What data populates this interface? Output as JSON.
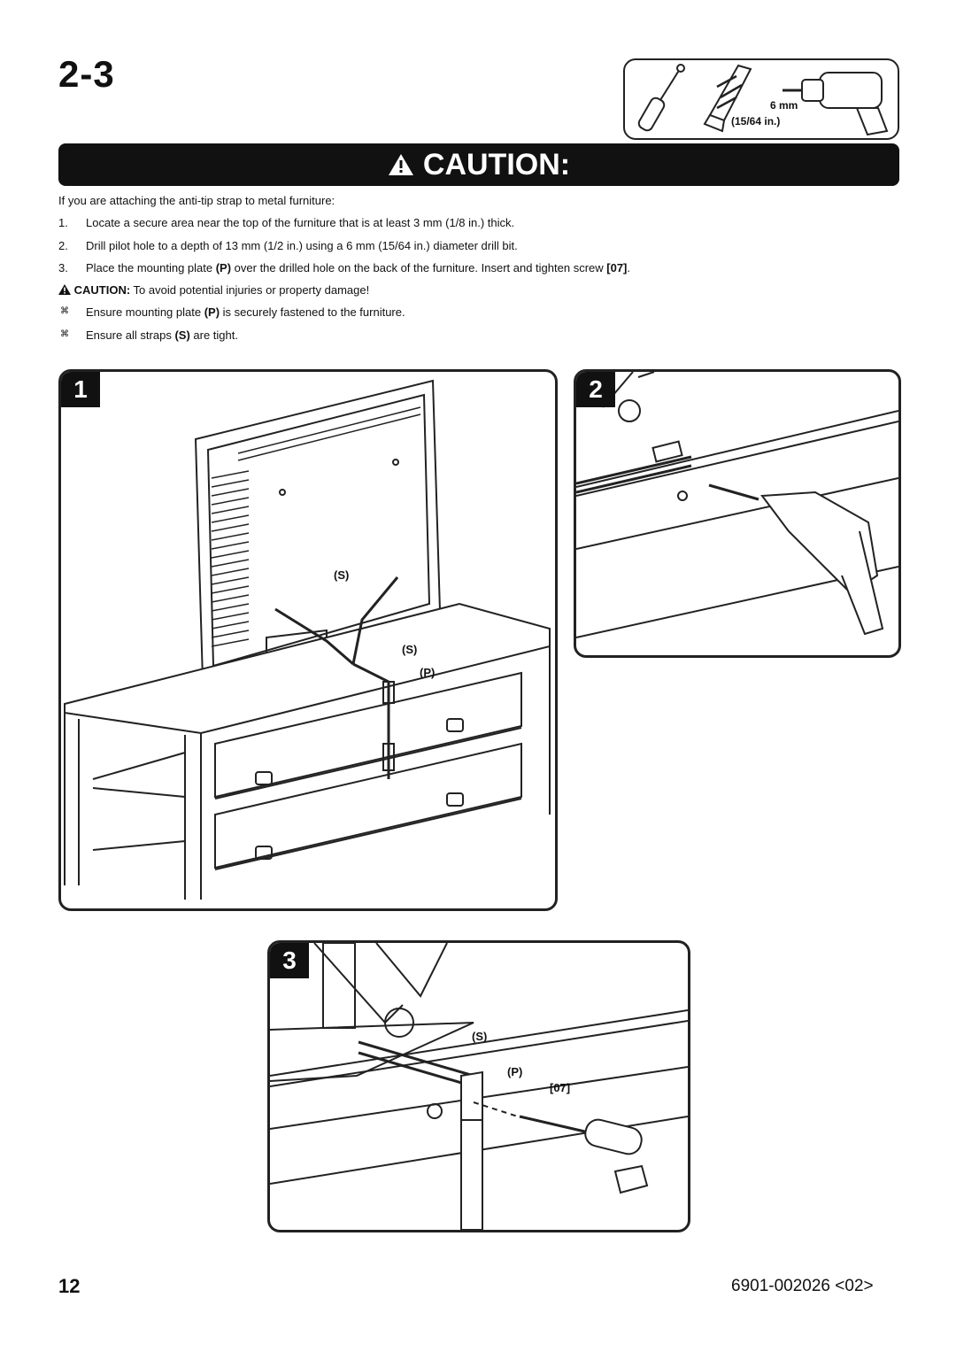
{
  "page": {
    "step_title": "2-3",
    "tools": {
      "drill_bit_size": "6 mm",
      "drill_bit_size_imperial": "(15/64 in.)"
    },
    "caution_heading": "CAUTION:",
    "intro": "If you are attaching the anti-tip strap to metal furniture:",
    "steps": [
      {
        "num": "1.",
        "pre": "Locate a secure area near the top of the furniture that is at least 3 mm (1/8 in.) thick.",
        "b1": "",
        "mid": "",
        "b2": "",
        "post": ""
      },
      {
        "num": "2.",
        "pre": "Drill pilot hole to a depth of 13 mm (1/2 in.) using a 6 mm (15/64 in.) diameter drill bit.",
        "b1": "",
        "mid": "",
        "b2": "",
        "post": ""
      },
      {
        "num": "3.",
        "pre": "Place the mounting plate ",
        "b1": "(P)",
        "mid": " over the drilled hole on the back of the furniture. Insert and tighten screw ",
        "b2": "[07]",
        "post": "."
      }
    ],
    "caution_note": {
      "label": "CAUTION:",
      "text": " To avoid potential injuries or property damage!"
    },
    "bullets": [
      {
        "pre": "Ensure mounting plate ",
        "bold": "(P)",
        "post": " is securely fastened to the furniture."
      },
      {
        "pre": "Ensure all straps ",
        "bold": "(S)",
        "post": " are tight."
      }
    ],
    "bullet_symbol": "⌘",
    "panels": [
      {
        "number": "1",
        "callouts": [
          "(S)",
          "(S)",
          "(P)"
        ]
      },
      {
        "number": "2",
        "callouts": []
      },
      {
        "number": "3",
        "callouts": [
          "(S)",
          "(P)",
          "[07]"
        ]
      }
    ],
    "page_number": "12",
    "doc_code": "6901-002026 <02>"
  }
}
